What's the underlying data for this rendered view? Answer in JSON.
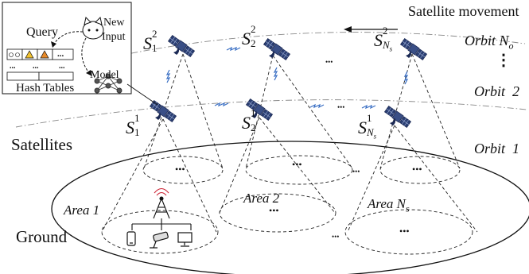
{
  "labels": {
    "satellite_movement": "Satellite movement",
    "satellites": "Satellites",
    "ground": "Ground",
    "orbit_no": "Orbit N",
    "orbit_no_sub": "o",
    "orbit_2": "Orbit  2",
    "orbit_1": "Orbit  1",
    "area_1": "Area 1",
    "area_2": "Area 2",
    "area_ns": "Area N",
    "area_ns_sub": "s",
    "ellipsis": "•••",
    "vertical_ellipsis": "⋮"
  },
  "satellite_labels": {
    "s12": {
      "base": "S",
      "sup": "2",
      "sub": "1"
    },
    "s22": {
      "base": "S",
      "sup": "2",
      "sub": "2"
    },
    "sns2": {
      "base": "S",
      "sup": "2",
      "sub": "N",
      "subsub": "s"
    },
    "s11": {
      "base": "S",
      "sup": "1",
      "sub": "1"
    },
    "s21": {
      "base": "S",
      "sup": "1",
      "sub": "2"
    },
    "sns1": {
      "base": "S",
      "sup": "1",
      "sub": "N",
      "subsub": "s"
    }
  },
  "inset": {
    "query": "Query",
    "new_input_line1": "New",
    "new_input_line2": "Input",
    "model": "Model",
    "hash_tables": "Hash Tables",
    "row_ellipsis": "...",
    "cell_ellipsis": "..."
  },
  "colors": {
    "satellite_blue": "#2b3f73",
    "satellite_dark": "#1c2a55",
    "link_blue": "#3a6fc4",
    "line": "#222222"
  }
}
